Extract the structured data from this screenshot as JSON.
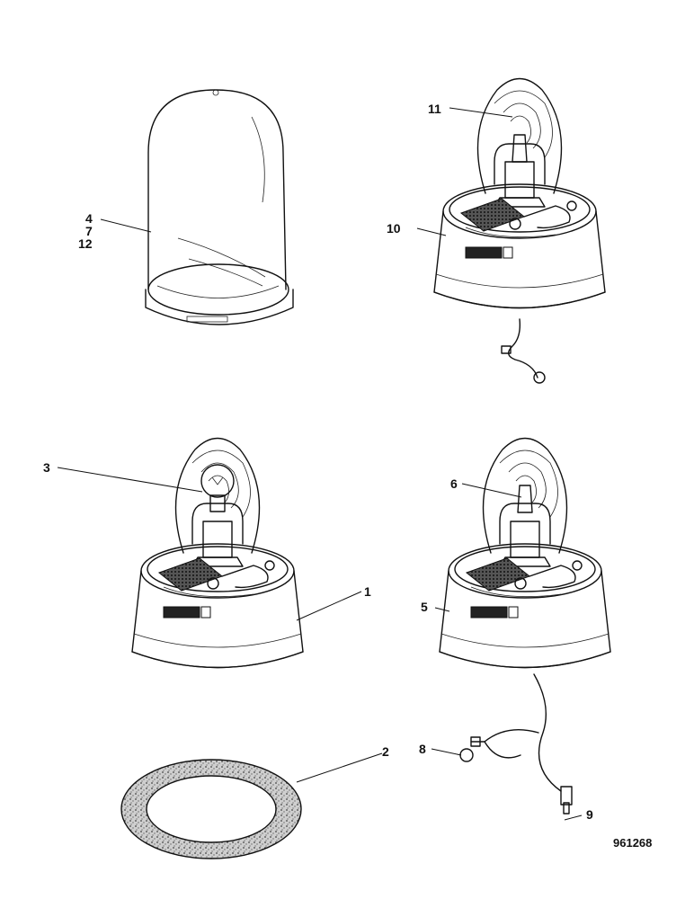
{
  "callouts": {
    "c1": "1",
    "c2": "2",
    "c3": "3",
    "c4": "4",
    "c5": "5",
    "c6": "6",
    "c7": "7",
    "c8": "8",
    "c9": "9",
    "c10": "10",
    "c11": "11",
    "c12": "12"
  },
  "drawing_ref": "961268"
}
